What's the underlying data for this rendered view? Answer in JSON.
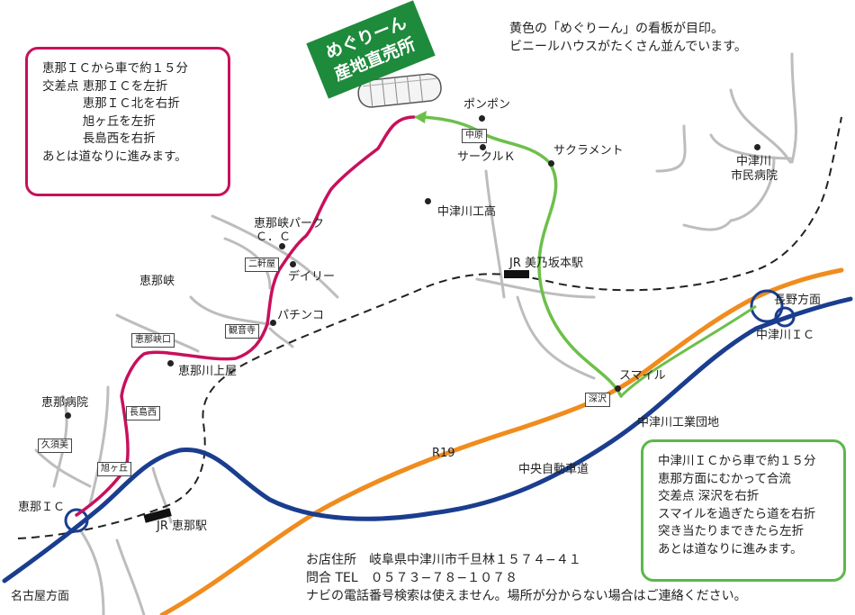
{
  "title": {
    "line1": "めぐりーん",
    "line2": "産地直売所"
  },
  "top_note": {
    "line1": "黄色の「めぐりーん」の看板が目印。",
    "line2": "ビニールハウスがたくさん並んでいます。"
  },
  "left_directions": [
    "恵那ＩＣから車で約１５分",
    "交差点 恵那ＩＣを左折",
    "　　　 恵那ＩＣ北を右折",
    "　　　 旭ヶ丘を左折",
    "　　　 長島西を右折",
    "あとは道なりに進みます。"
  ],
  "right_directions": [
    "中津川ＩＣから車で約１５分",
    "恵那方面にむかって合流",
    "交差点 深沢を右折",
    "スマイルを過ぎたら道を右折",
    "突き当たりまできたら左折",
    "あとは道なりに進みます。"
  ],
  "places": {
    "ponpon": "ポンポン",
    "circle_k": "サークルＫ",
    "sacrament": "サクラメント",
    "nakatsugawa_hospital_1": "中津川",
    "nakatsugawa_hospital_2": "市民病院",
    "nakatsugawa_high": "中津川工高",
    "ena_park_1": "恵那峡パーク",
    "ena_park_2": "Ｃ．Ｃ",
    "dairy": "デイリー",
    "enakyo": "恵那峡",
    "pachinko": "パチンコ",
    "ena_kawakamiya": "恵那川上屋",
    "ena_hospital": "恵那病院",
    "smile": "スマイル",
    "industrial_park": "中津川工業団地",
    "chuo_expressway": "中央自動車道",
    "r19": "R19",
    "nagano_dir": "長野方面",
    "nakatsugawa_ic": "中津川ＩＣ",
    "nagoya_dir": "名古屋方面",
    "ena_ic": "恵那ＩＣ",
    "jr_minosakamoto": "JR 美乃坂本駅",
    "jr_ena": "JR 恵那駅"
  },
  "intersections": {
    "nakahara": "中原",
    "nikenya": "二軒屋",
    "kannonji": "観音寺",
    "enakyoguchi": "恵那峡口",
    "nagashimanishi": "長島西",
    "kusumi": "久須美",
    "asahigaoka": "旭ヶ丘",
    "fukasawa": "深沢"
  },
  "info": {
    "address": "お店住所　岐阜県中津川市千旦林１５７４−４１",
    "tel": "問合 TEL　０５７３−７８−１０７８",
    "navi": "ナビの電話番号検索は使えません。場所が分からない場合はご連絡ください。"
  },
  "colors": {
    "route_ena": "#c8105c",
    "route_nakatsugawa": "#6cc04a",
    "expressway": "#1a3d8f",
    "r19": "#f08c1e",
    "minor_road": "#bdbdbd",
    "railway": "#222222",
    "title_bg": "#1e8a3c"
  }
}
